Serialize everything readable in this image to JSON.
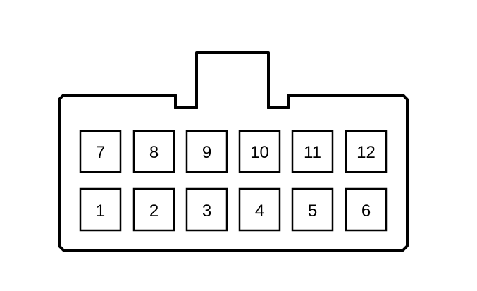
{
  "connector": {
    "outline_color": "#000000",
    "background_color": "#ffffff",
    "top_row": [
      {
        "label": "7"
      },
      {
        "label": "8"
      },
      {
        "label": "9"
      },
      {
        "label": "10"
      },
      {
        "label": "11"
      },
      {
        "label": "12"
      }
    ],
    "bottom_row": [
      {
        "label": "1"
      },
      {
        "label": "2"
      },
      {
        "label": "3"
      },
      {
        "label": "4"
      },
      {
        "label": "5"
      },
      {
        "label": "6"
      }
    ]
  }
}
